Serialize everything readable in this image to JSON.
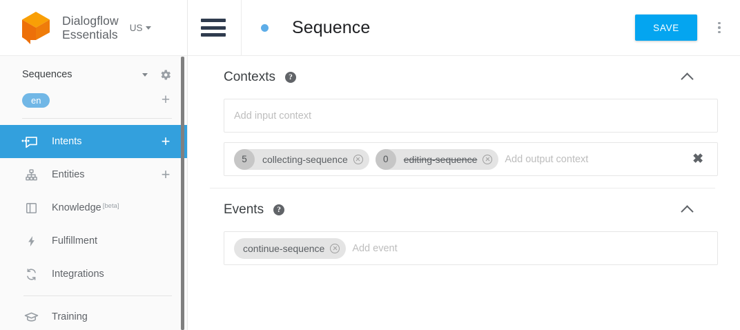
{
  "sidebar": {
    "brand": {
      "name_line1": "Dialogflow",
      "name_line2": "Essentials",
      "region": "US",
      "logo_icon": "dialogflow-cube-logo"
    },
    "agent": {
      "name": "Sequences",
      "dropdown_icon": "caret-down-icon",
      "settings_icon": "gear-icon"
    },
    "language": {
      "chip": "en",
      "add_icon": "plus-icon"
    },
    "items": [
      {
        "label": "Intents",
        "icon": "speech-bubble-icon",
        "active": true,
        "plus": "+"
      },
      {
        "label": "Entities",
        "icon": "hierarchy-icon",
        "active": false,
        "plus": "+"
      },
      {
        "label": "Knowledge",
        "icon": "book-icon",
        "active": false,
        "badge": "[beta]"
      },
      {
        "label": "Fulfillment",
        "icon": "lightning-bolt-icon",
        "active": false
      },
      {
        "label": "Integrations",
        "icon": "sync-arrows-icon",
        "active": false
      },
      {
        "label": "Training",
        "icon": "graduation-cap-icon",
        "active": false
      }
    ]
  },
  "header": {
    "menu_icon": "hamburger-menu-icon",
    "status_dot_color": "#5dade8",
    "title": "Sequence",
    "save_label": "SAVE",
    "more_icon": "kebab-more-icon"
  },
  "contexts": {
    "title": "Contexts",
    "help_icon": "help-question-icon",
    "collapse_icon": "chevron-up-icon",
    "input_placeholder": "Add input context",
    "output_placeholder": "Add output context",
    "output_chips": [
      {
        "lifespan": "5",
        "name": "collecting-sequence",
        "struck": false,
        "remove_icon": "chip-remove-icon"
      },
      {
        "lifespan": "0",
        "name": "editing-sequence",
        "struck": true,
        "remove_icon": "chip-remove-icon"
      }
    ],
    "clear_all_icon": "clear-all-x-icon"
  },
  "events": {
    "title": "Events",
    "help_icon": "help-question-icon",
    "collapse_icon": "chevron-up-icon",
    "placeholder": "Add event",
    "chips": [
      {
        "name": "continue-sequence",
        "remove_icon": "chip-remove-icon"
      }
    ]
  },
  "colors": {
    "accent_blue": "#33a0dd",
    "save_blue": "#04a5f0",
    "logo_orange": "#f79a02",
    "lang_chip_blue": "#71b7e6"
  }
}
